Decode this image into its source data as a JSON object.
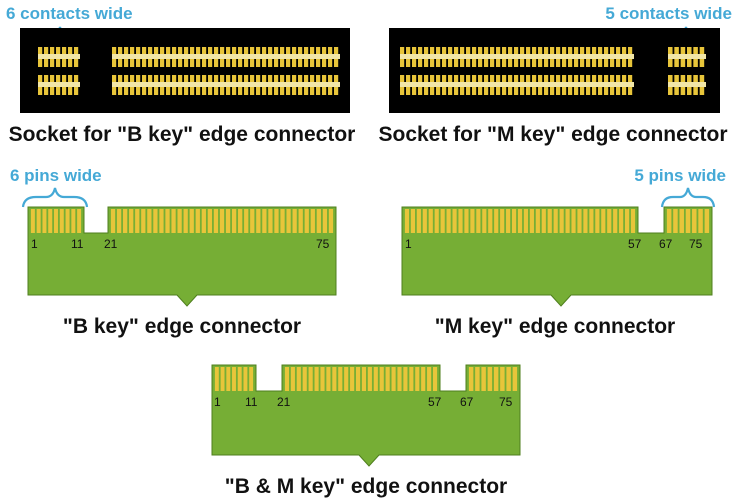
{
  "colors": {
    "socket_body": "#000000",
    "contact": "#e8c53a",
    "contact_pad": "#f2e6a8",
    "pcb": "#76ae35",
    "pcb_edge": "#4f7f1e",
    "annotation": "#45a9d6",
    "text": "#111111"
  },
  "sockets": [
    {
      "annotation": "6 contacts wide",
      "title": "Socket for \"B key\" edge connector"
    },
    {
      "annotation": "5 contacts wide",
      "title": "Socket for \"M key\" edge connector"
    }
  ],
  "connectors": [
    {
      "annotation": "6 pins wide",
      "title": "\"B key\" edge connector",
      "pin_labels": [
        "1",
        "11",
        "21",
        "75"
      ]
    },
    {
      "annotation": "5 pins wide",
      "title": "\"M key\" edge connector",
      "pin_labels": [
        "1",
        "57",
        "67",
        "75"
      ]
    },
    {
      "annotation": "",
      "title": "\"B & M key\" edge connector",
      "pin_labels": [
        "1",
        "11",
        "21",
        "57",
        "67",
        "75"
      ]
    }
  ]
}
